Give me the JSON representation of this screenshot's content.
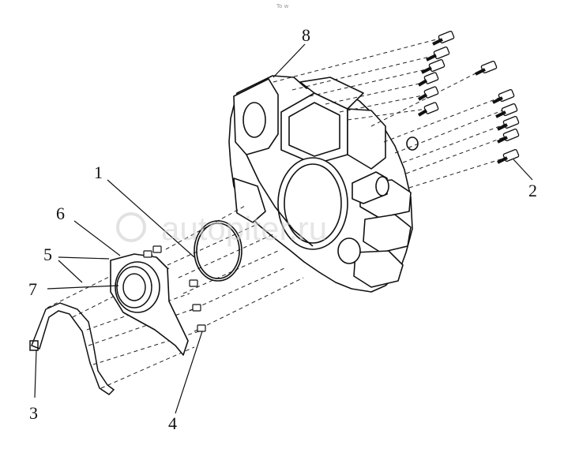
{
  "diagram": {
    "top_mark": "To w",
    "watermark": "autopiter.ru",
    "callouts": [
      "1",
      "2",
      "3",
      "4",
      "5",
      "6",
      "7",
      "8"
    ]
  }
}
